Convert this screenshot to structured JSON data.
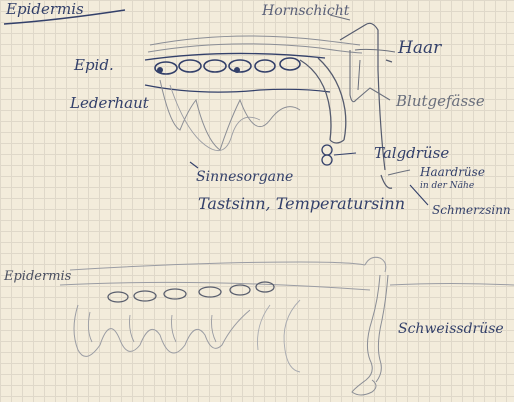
{
  "diagram": {
    "top": {
      "title": "Epidermis",
      "labels": {
        "epidermis": "Epid.",
        "lederhaut": "Lederhaut",
        "hornschicht": "Hornschicht",
        "haar": "Haar",
        "blutgefaesse": "Blutgefässe",
        "talgdruese": "Talgdrüse",
        "haardruese": "Haardrüse",
        "in_der_naehe": "in der Nähe",
        "sinnesorgane": "Sinnesorgane",
        "tastsinn": "Tastsinn, Temperatursinn",
        "schmerzsinn": "Schmerzsinn"
      }
    },
    "bottom": {
      "labels": {
        "epidermis": "Epidermis",
        "schweissdruese": "Schweissdrüse"
      }
    }
  },
  "colors": {
    "paper": "#f3ecdb",
    "grid": "#d9d2c4",
    "ink_blue": "#33406a",
    "pencil": "#6a6f7c"
  }
}
